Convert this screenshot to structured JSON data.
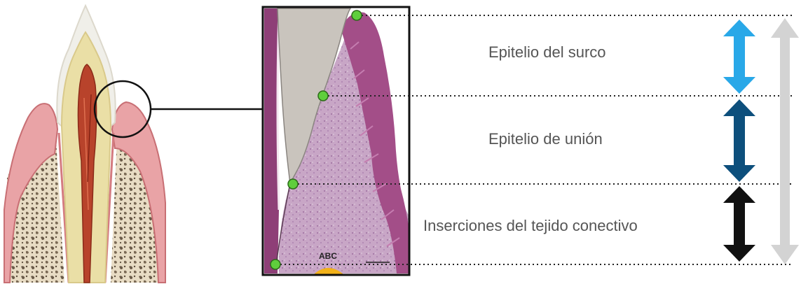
{
  "labels": {
    "sulcular_epithelium": "Epitelio del surco",
    "junctional_epithelium": "Epitelio de unión",
    "connective_insertions": "Inserciones del tejido conectivo",
    "histology_marker": "ABC"
  },
  "colors": {
    "sulcular_arrow": "#29a8e8",
    "junctional_arrow": "#0d4f7c",
    "connective_arrow": "#111111",
    "total_arrow": "#d3d3d3",
    "landmark_dot": "#5fce3c",
    "dotted_line": "#222222",
    "tissue_pink": "#a34e88",
    "tooth_gray": "#c9c4bd",
    "bone_crest": "#f2b21a"
  },
  "icons": {
    "sulcular_arrow": "double-arrow-vertical",
    "junctional_arrow": "double-arrow-vertical",
    "connective_arrow": "double-arrow-vertical",
    "total_arrow": "double-arrow-vertical"
  }
}
